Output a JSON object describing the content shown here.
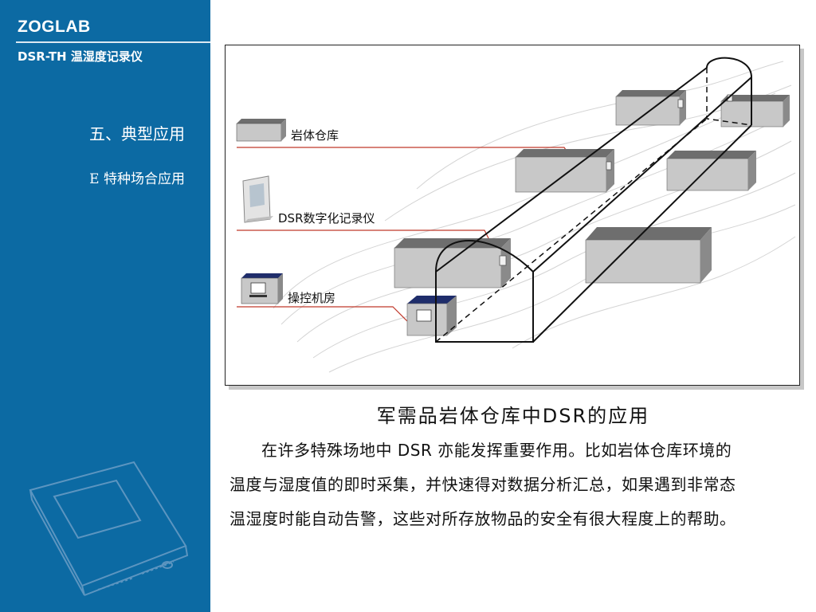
{
  "sidebar": {
    "brand": "ZOGLAB",
    "product": "DSR-TH 温湿度记录仪",
    "section": "五、典型应用",
    "subsection": "E 特种场合应用"
  },
  "diagram": {
    "legend": {
      "warehouse": "岩体仓库",
      "recorder": "DSR数字化记录仪",
      "control_room": "操控机房"
    }
  },
  "caption": "军需品岩体仓库中DSR的应用",
  "body": "在许多特殊场地中 DSR 亦能发挥重要作用。比如岩体仓库环境的温度与湿度值的即时采集，并快速得对数据分析汇总，如果遇到非常态温湿度时能自动告警，这些对所存放物品的安全有很大程度上的帮助。",
  "colors": {
    "sidebar": "#0c6aa3",
    "leader_line": "#c0392b",
    "box_front": "#c8c8c8",
    "box_top": "#6e6e6e"
  }
}
